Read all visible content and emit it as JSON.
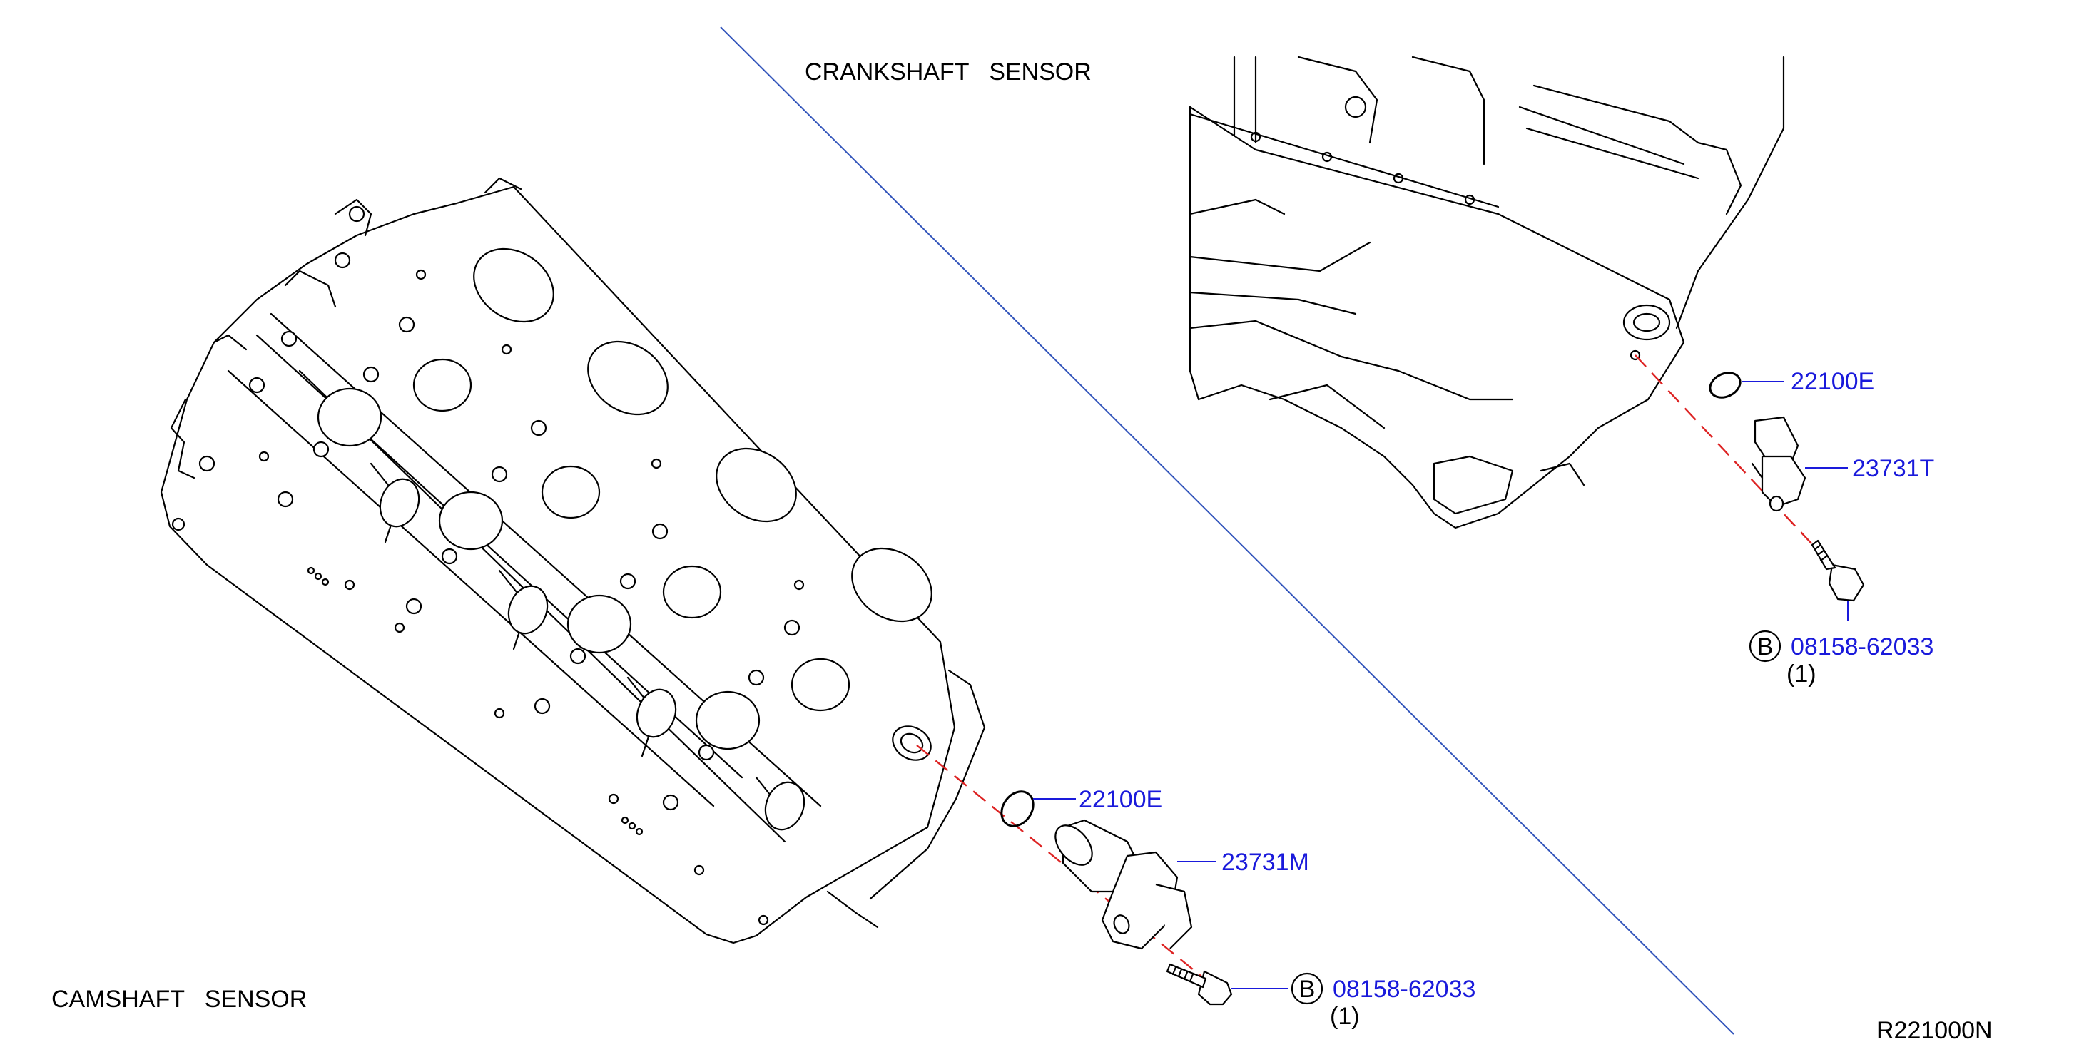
{
  "headings": {
    "crankshaft": "CRANKSHAFT   SENSOR",
    "camshaft": "CAMSHAFT   SENSOR"
  },
  "figure_ref": "R221000N",
  "callouts": {
    "crank_oring": "22100E",
    "crank_sensor": "23731T",
    "crank_bolt": "08158-62033",
    "crank_bolt_qty": "(1)",
    "crank_bolt_symbol": "B",
    "cam_oring": "22100E",
    "cam_sensor": "23731M",
    "cam_bolt": "08158-62033",
    "cam_bolt_qty": "(1)",
    "cam_bolt_symbol": "B"
  },
  "colors": {
    "part_number": "#1a1adb",
    "divider": "#3355bb",
    "center_line": "#dd2222",
    "text": "#000000"
  }
}
